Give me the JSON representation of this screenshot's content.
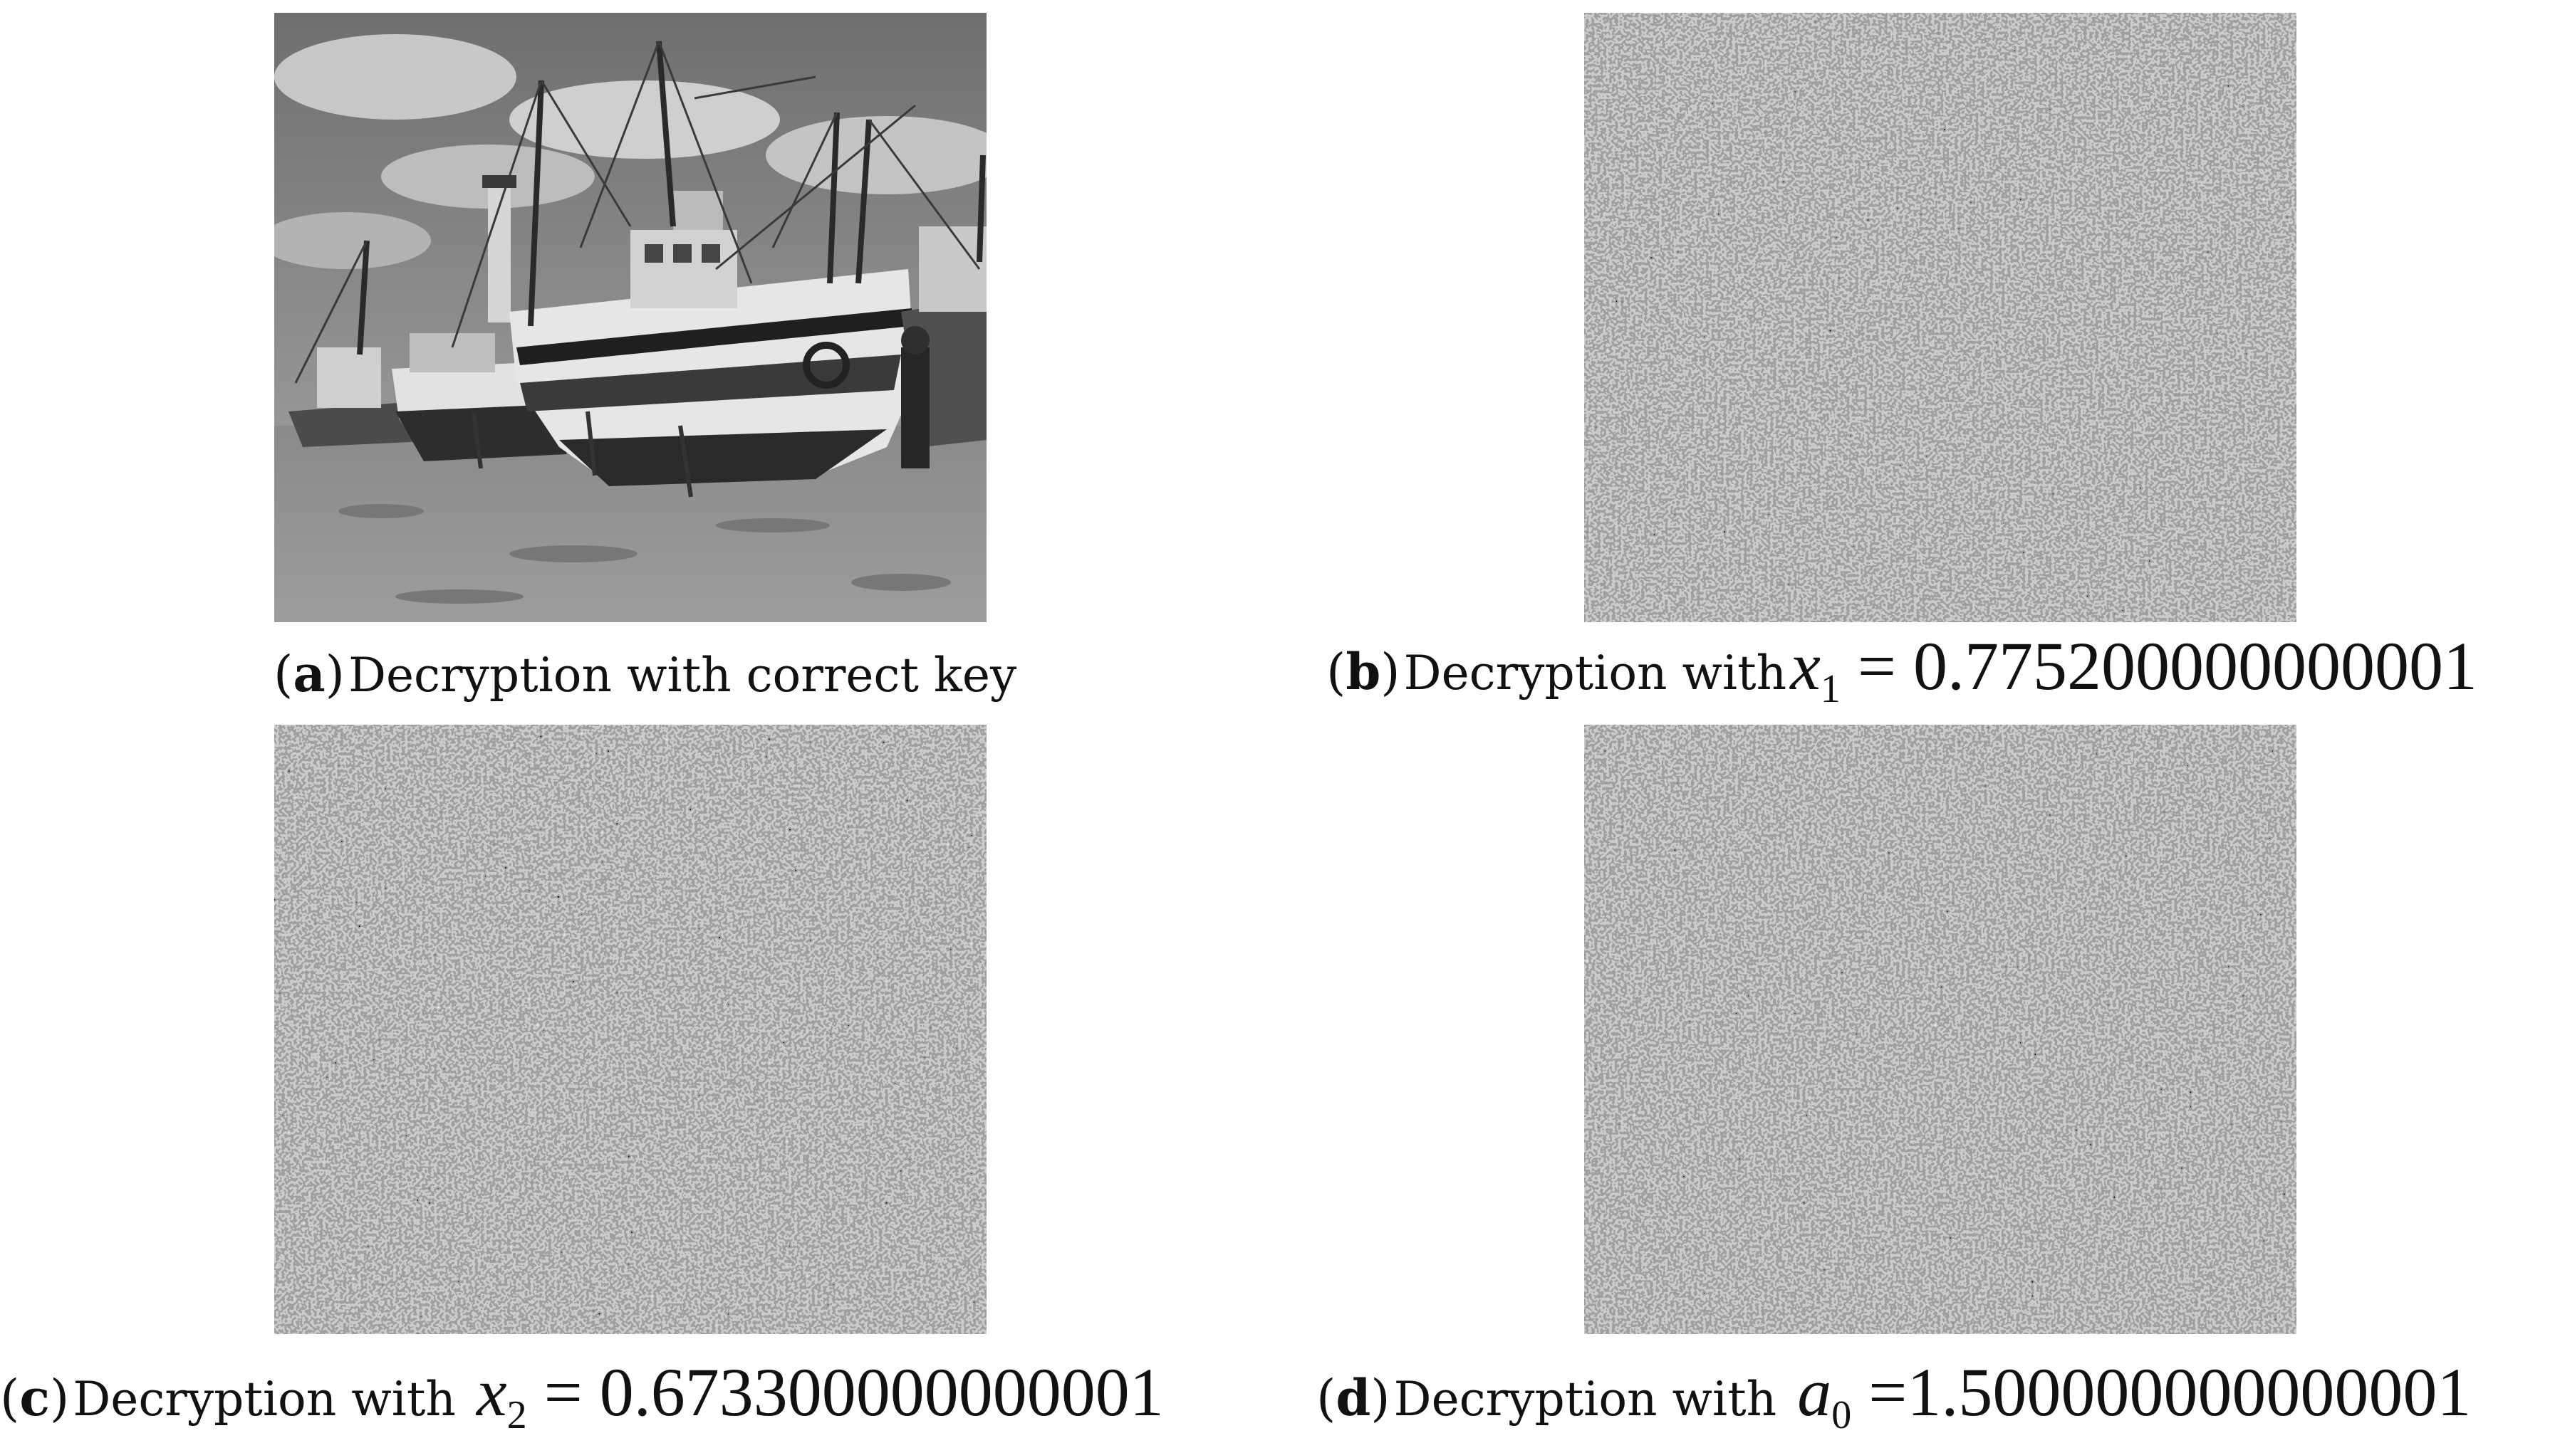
{
  "figure": {
    "panels": [
      {
        "id": "a",
        "label": "a",
        "text": "Decryption with correct key",
        "var": "",
        "sub": "",
        "value": "",
        "image": "grayscale photo of fishing boats on a beach"
      },
      {
        "id": "b",
        "label": "b",
        "text": "Decryption with",
        "var": "x",
        "sub": "1",
        "value": "0.775200000000001",
        "image": "noise"
      },
      {
        "id": "c",
        "label": "c",
        "text": "Decryption with",
        "var": "x",
        "sub": "2",
        "value": "0.673300000000001",
        "image": "noise"
      },
      {
        "id": "d",
        "label": "d",
        "text": "Decryption with",
        "var": "a",
        "sub": "0",
        "value": "1.500000000000001",
        "image": "noise"
      }
    ],
    "equals": "=",
    "colors": {
      "text": "#111111",
      "background": "#ffffff"
    }
  }
}
